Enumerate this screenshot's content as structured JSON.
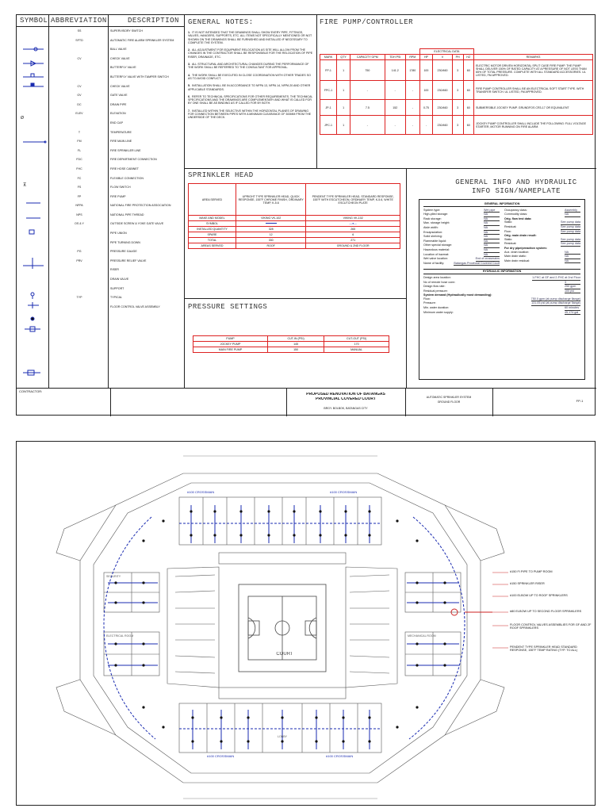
{
  "legend": {
    "headers": [
      "SYMBOL",
      "ABBREVIATION",
      "DESCRIPTION"
    ],
    "rows": [
      {
        "abbr": "SS",
        "desc": "SUPERVISORY SWITCH"
      },
      {
        "abbr": "SFTD",
        "desc": "AUTOMATIC FIRE ALARM SPRINKLER SYSTEM"
      },
      {
        "abbr": "",
        "desc": "BALL VALVE"
      },
      {
        "abbr": "CV",
        "desc": "CHECK VALVE"
      },
      {
        "abbr": "",
        "desc": "BUTTERFLY VALVE"
      },
      {
        "abbr": "",
        "desc": "BUTTERFLY VALVE WITH TAMPER SWITCH"
      },
      {
        "abbr": "CV",
        "desc": "CHECK VALVE"
      },
      {
        "abbr": "GV",
        "desc": "GATE VALVE"
      },
      {
        "abbr": "DC",
        "desc": "DRAIN PIPE"
      },
      {
        "abbr": "ELEV",
        "desc": "ELEVATION"
      },
      {
        "abbr": "",
        "desc": "END CAP"
      },
      {
        "abbr": "T",
        "desc": "TEMPERATURE"
      },
      {
        "abbr": "FM",
        "desc": "FIRE MAIN LINE"
      },
      {
        "abbr": "FL",
        "desc": "FIRE SPRINKLER LINE"
      },
      {
        "abbr": "FDC",
        "desc": "FIRE DEPARTMENT CONNECTION"
      },
      {
        "abbr": "FHC",
        "desc": "FIRE HOSE CABINET"
      },
      {
        "abbr": "FC",
        "desc": "FLEXIBLE CONNECTION"
      },
      {
        "abbr": "FS",
        "desc": "FLOW SWITCH"
      },
      {
        "abbr": "FP",
        "desc": "FIRE PUMP"
      },
      {
        "abbr": "NFPA",
        "desc": "NATIONAL FIRE PROTECTION ASSOCIATION"
      },
      {
        "abbr": "NPS",
        "desc": "NATIONAL PIPE THREAD"
      },
      {
        "abbr": "OS & Y",
        "desc": "OUTSIDE SCREW & YOKE GATE VALVE"
      },
      {
        "abbr": "",
        "desc": "PIPE UNION"
      },
      {
        "abbr": "",
        "desc": "PIPE TURNING DOWN"
      },
      {
        "abbr": "PG",
        "desc": "PRESSURE GAUGE"
      },
      {
        "abbr": "PRV",
        "desc": "PRESSURE RELIEF VALVE"
      },
      {
        "abbr": "",
        "desc": "RISER"
      },
      {
        "abbr": "",
        "desc": "DRAIN VALVE"
      },
      {
        "abbr": "",
        "desc": "SUPPORT"
      },
      {
        "abbr": "TYP",
        "desc": "TYPICAL"
      },
      {
        "abbr": "",
        "desc": "FLOOR CONTROL VALVE ASSEMBLY"
      }
    ]
  },
  "general_notes": {
    "title": "GENERAL NOTES:",
    "items": [
      "IT IS NOT INTENDED THAT THE DRAWINGS SHALL SHOW EVERY PIPE, FITTINGS, VALVES, HANGERS, SUPPORTS, ETC. ALL ITEMS NOT SPECIFICALLY MENTIONED OR NOT SHOWN ON THE DRAWINGS SHALL BE FURNISHED AND INSTALLED IF NECESSARY TO COMPLETE THE SYSTEM.",
      "ALL ADJUSTMENT FOR EQUIPMENT RELOCATION AS SITE WILL ALLOW FROM THE CHANGES IN THE CONTRACTOR SHALL BE RESPONSIBLE FOR THE RELOCATION OF PIPE RISER, DRAINAGE, ETC.",
      "ALL STRUCTURAL AND ARCHITECTURAL CHANGES DURING THE PERFORMANCE OF THE WORK SHALL BE REFERRED TO THE CONSULTANT FOR APPROVAL.",
      "THE WORK SHALL BE EXECUTED IN CLOSE COORDINATION WITH OTHER TRADES SO AS TO AVOID CONFLICT.",
      "INSTALLATION SHALL BE IN ACCORDANCE TO NFPA 13, NFPA 14, NFPA 20 AND OTHER APPLICABLE STANDARDS.",
      "REFER TO TECHNICAL SPECIFICATIONS FOR OTHER REQUIREMENTS. THE TECHNICAL SPECIFICATIONS AND THE DRAWINGS ARE COMPLEMENTARY AND WHAT IS CALLED FOR BY ONE SHALL BE AS BINDING AS IF CALLED FOR BY BOTH.",
      "INSTALLED WITHIN THE SELECTIVE WITHIN THE HORIZONTAL PLANES OF DRAWING FOR CONNECTION BETWEEN PIPES WITH A MINIMUM CLEARANCE OF 300MM FROM THE UNDERSIDE OF THE DECK."
    ]
  },
  "fire_pump": {
    "title": "FIRE PUMP/CONTROLLER",
    "headers": [
      "MARK",
      "QTY",
      "CAPACITY GPM",
      "TDH PSI",
      "RPM",
      "HP",
      "V",
      "PH",
      "HZ",
      "REMARKS"
    ],
    "group_header": "ELECTRICAL DATA",
    "rows": [
      {
        "mark": "FP-1",
        "qty": "1",
        "gpm": "750",
        "psi": "141.2",
        "rpm": "1780",
        "hp": "100",
        "v": "230/460",
        "ph": "3",
        "hz": "60",
        "remarks": "ELECTRIC MOTOR DRIVEN HORIZONTAL SPLIT CASE FIRE PUMP. THE PUMP SHALL DELIVER 150% OF RATED CAPACITY AT A PRESSURE OF NOT LESS THAN 65% OF TOTAL PRESSURE. COMPLETE WITH ALL STANDARD ACCESSORIES. UL LISTED, FM APPROVED."
      },
      {
        "mark": "FPC-1",
        "qty": "1",
        "gpm": "-",
        "psi": "-",
        "rpm": "-",
        "hp": "100",
        "v": "230/460",
        "ph": "3",
        "hz": "60",
        "remarks": "FIRE PUMP CONTROLLER SHALL BE AN ELECTRICAL SOFT START TYPE. WITH TRANSFER SWITCH. UL LISTED, FM APPROVED."
      },
      {
        "mark": "JP-1",
        "qty": "1",
        "gpm": "7.5",
        "psi": "152",
        "rpm": "-",
        "hp": "0.75",
        "v": "230/460",
        "ph": "3",
        "hz": "60",
        "remarks": "SUBMERSIBLE JOCKEY PUMP. GRUNDFOS CR3-17 OR EQUIVALENT"
      },
      {
        "mark": "JPC-1",
        "qty": "1",
        "gpm": "-",
        "psi": "-",
        "rpm": "-",
        "hp": "-",
        "v": "230/460",
        "ph": "3",
        "hz": "60",
        "remarks": "JOCKEY PUMP CONTROLLER SHALL INCLUDE THE FOLLOWING: FULL VOLTAGE STARTER, MOTOR RUNNING ON FIRE ALARM."
      }
    ]
  },
  "sprinkler_head": {
    "title": "SPRINKLER HEAD",
    "headers": [
      "AREA SERVED",
      "UPRIGHT TYPE SPRINKLER HEAD, QUICK RESPONSE, 155°F CHROME FINISH, ORDINARY TEMP, K-5.6",
      "PENDENT TYPE SPRINKLER HEAD, STANDARD RESPONSE, 155°F WITH ESCUTCHEON, ORDINARY TEMP, K-5.6, WHITE ESCUTCHEON PLATE"
    ],
    "rows": [
      {
        "label": "MAKE AND MODEL",
        "a": "VIKING VK-102",
        "b": "VIKING VK-102"
      },
      {
        "label": "SYMBOL",
        "a": "",
        "b": ""
      },
      {
        "label": "INSTALLED QUANTITY",
        "a": "328",
        "b": "265"
      },
      {
        "label": "SPARE",
        "a": "12",
        "b": "6"
      },
      {
        "label": "TOTAL",
        "a": "330",
        "b": "271"
      },
      {
        "label": "AREAS SERVED",
        "a": "ROOF",
        "b": "GROUND & 2ND FLOOR"
      }
    ]
  },
  "pressure_settings": {
    "title": "PRESSURE SETTINGS",
    "headers": [
      "PUMP",
      "CUT-IN (PSI)",
      "CUT-OUT (PSI)"
    ],
    "rows": [
      {
        "pump": "JOCKEY PUMP",
        "cut_in": "145",
        "cut_out": "170"
      },
      {
        "pump": "MAIN FIRE PUMP",
        "cut_in": "150",
        "cut_out": "MANUAL"
      }
    ]
  },
  "general_info": {
    "title_line1": "GENERAL INFO AND HYDRAULIC",
    "title_line2": "INFO SIGN/NAMEPLATE",
    "gen_header": "GENERAL INFORMATION",
    "left_rows": [
      {
        "k": "System type:",
        "v": "Wet pipe"
      },
      {
        "k": "High-piled storage:",
        "v": "NA"
      },
      {
        "k": "Rack storage:",
        "v": "NA"
      },
      {
        "k": "Max. storage height:",
        "v": "NA"
      },
      {
        "k": "Aisle width:",
        "v": "NA"
      },
      {
        "k": "Encapsulation:",
        "v": "NA"
      },
      {
        "k": "Solid shelving:",
        "v": "NA"
      },
      {
        "k": "Flammable liquid:",
        "v": "NA"
      },
      {
        "k": "Other special storage:",
        "v": "NA"
      },
      {
        "k": "Hazardous material:",
        "v": "NA"
      },
      {
        "k": "Location of hazmat:",
        "v": "NA"
      },
      {
        "k": "Wet valve location:",
        "v": "End of crossmains"
      },
      {
        "k": "Name of facility:",
        "v": "Batangas Provincial Covered Court"
      }
    ],
    "right_rows": [
      {
        "k": "Occupancy class:",
        "v": "Assembly"
      },
      {
        "k": "Commodity class:",
        "v": "NA"
      },
      {
        "k": "Orig. flow test data:",
        "v": "",
        "bold": true
      },
      {
        "k": "Static:",
        "v": "See pump data"
      },
      {
        "k": "Residual:",
        "v": "See pump data"
      },
      {
        "k": "Flow:",
        "v": "See pump data"
      },
      {
        "k": "Orig. main drain result:",
        "v": "",
        "bold": true
      },
      {
        "k": "Static:",
        "v": "See pump data"
      },
      {
        "k": "Residual:",
        "v": "See pump data"
      },
      {
        "k": "For dry pipe/preaction system:",
        "v": "",
        "bold": true
      },
      {
        "k": "Aux. drain location:",
        "v": "NA"
      },
      {
        "k": "Main drain static:",
        "v": "NA"
      },
      {
        "k": "Main drain residual:",
        "v": "NA"
      }
    ],
    "hyd_header": "HYDRAULIC INFORMATION",
    "hyd_rows": [
      {
        "k": "Design area location:",
        "v": "1-FHC at GF and 2-FHC at 2nd Floor"
      },
      {
        "k": "No of remote hose conn:",
        "v": "3"
      },
      {
        "k": "Design flow rate:",
        "v": "250 gpm"
      },
      {
        "k": "Residual pressure:",
        "v": "100 psi"
      },
      {
        "k": "System demand (Hydraulically most demanding):",
        "v": "",
        "bold": true
      },
      {
        "k": "Flow:",
        "v": "750.0 gpm (at pump discharge flange)"
      },
      {
        "k": "Pressure:",
        "v": "131.05 psi (at pump discharge flange)"
      },
      {
        "k": "Min. water duration:",
        "v": "60 minutes"
      },
      {
        "k": "Minimum water supply:",
        "v": "45,174 gal"
      }
    ]
  },
  "title_block": {
    "contractor_label": "CONTRACTOR:",
    "project_line1": "PROPOSED RENOVATION OF BATANGAS",
    "project_line2": "PROVINCIAL COVERED COURT",
    "location": "BRGY. BOLBOK, BATANGAS CITY",
    "sheet_title_1": "AUTOMATIC SPRINKLER SYSTEM",
    "sheet_title_2": "GROUND FLOOR",
    "sheet_no": "FP-1"
  },
  "plan": {
    "court_label": "COURT",
    "crossmain_top": "#100 CROSSMAIN",
    "crossmain_top2": "#100 CROSSMAIN",
    "crossmain_bottom": "#100 CROSSMAIN",
    "crossmain_bottom2": "#100 CROSSMAIN",
    "callouts": [
      "#150 FI PIPE TO PUMP ROOM",
      "#150 SPRINKLER RISER",
      "#100 ELBOW UP TO ROOF SPRINKLERS",
      "#80 ELBOW UP TO SECOND FLOOR SPRINKLERS",
      "FLOOR CONTROL VALVES ASSEMBLIES FOR GF AND 2F ROOF SPRINKLERS",
      "PENDENT TYPE SPRINKLER HEAD STANDARD RESPONSE, 155°F TEMP RATING (TYP. TO ALL)"
    ],
    "room_left": "SECURITY",
    "room_left2": "ELECTRICAL ROOM",
    "room_right": "MECHANICAL ROOM",
    "lobby": "LOBBY"
  }
}
